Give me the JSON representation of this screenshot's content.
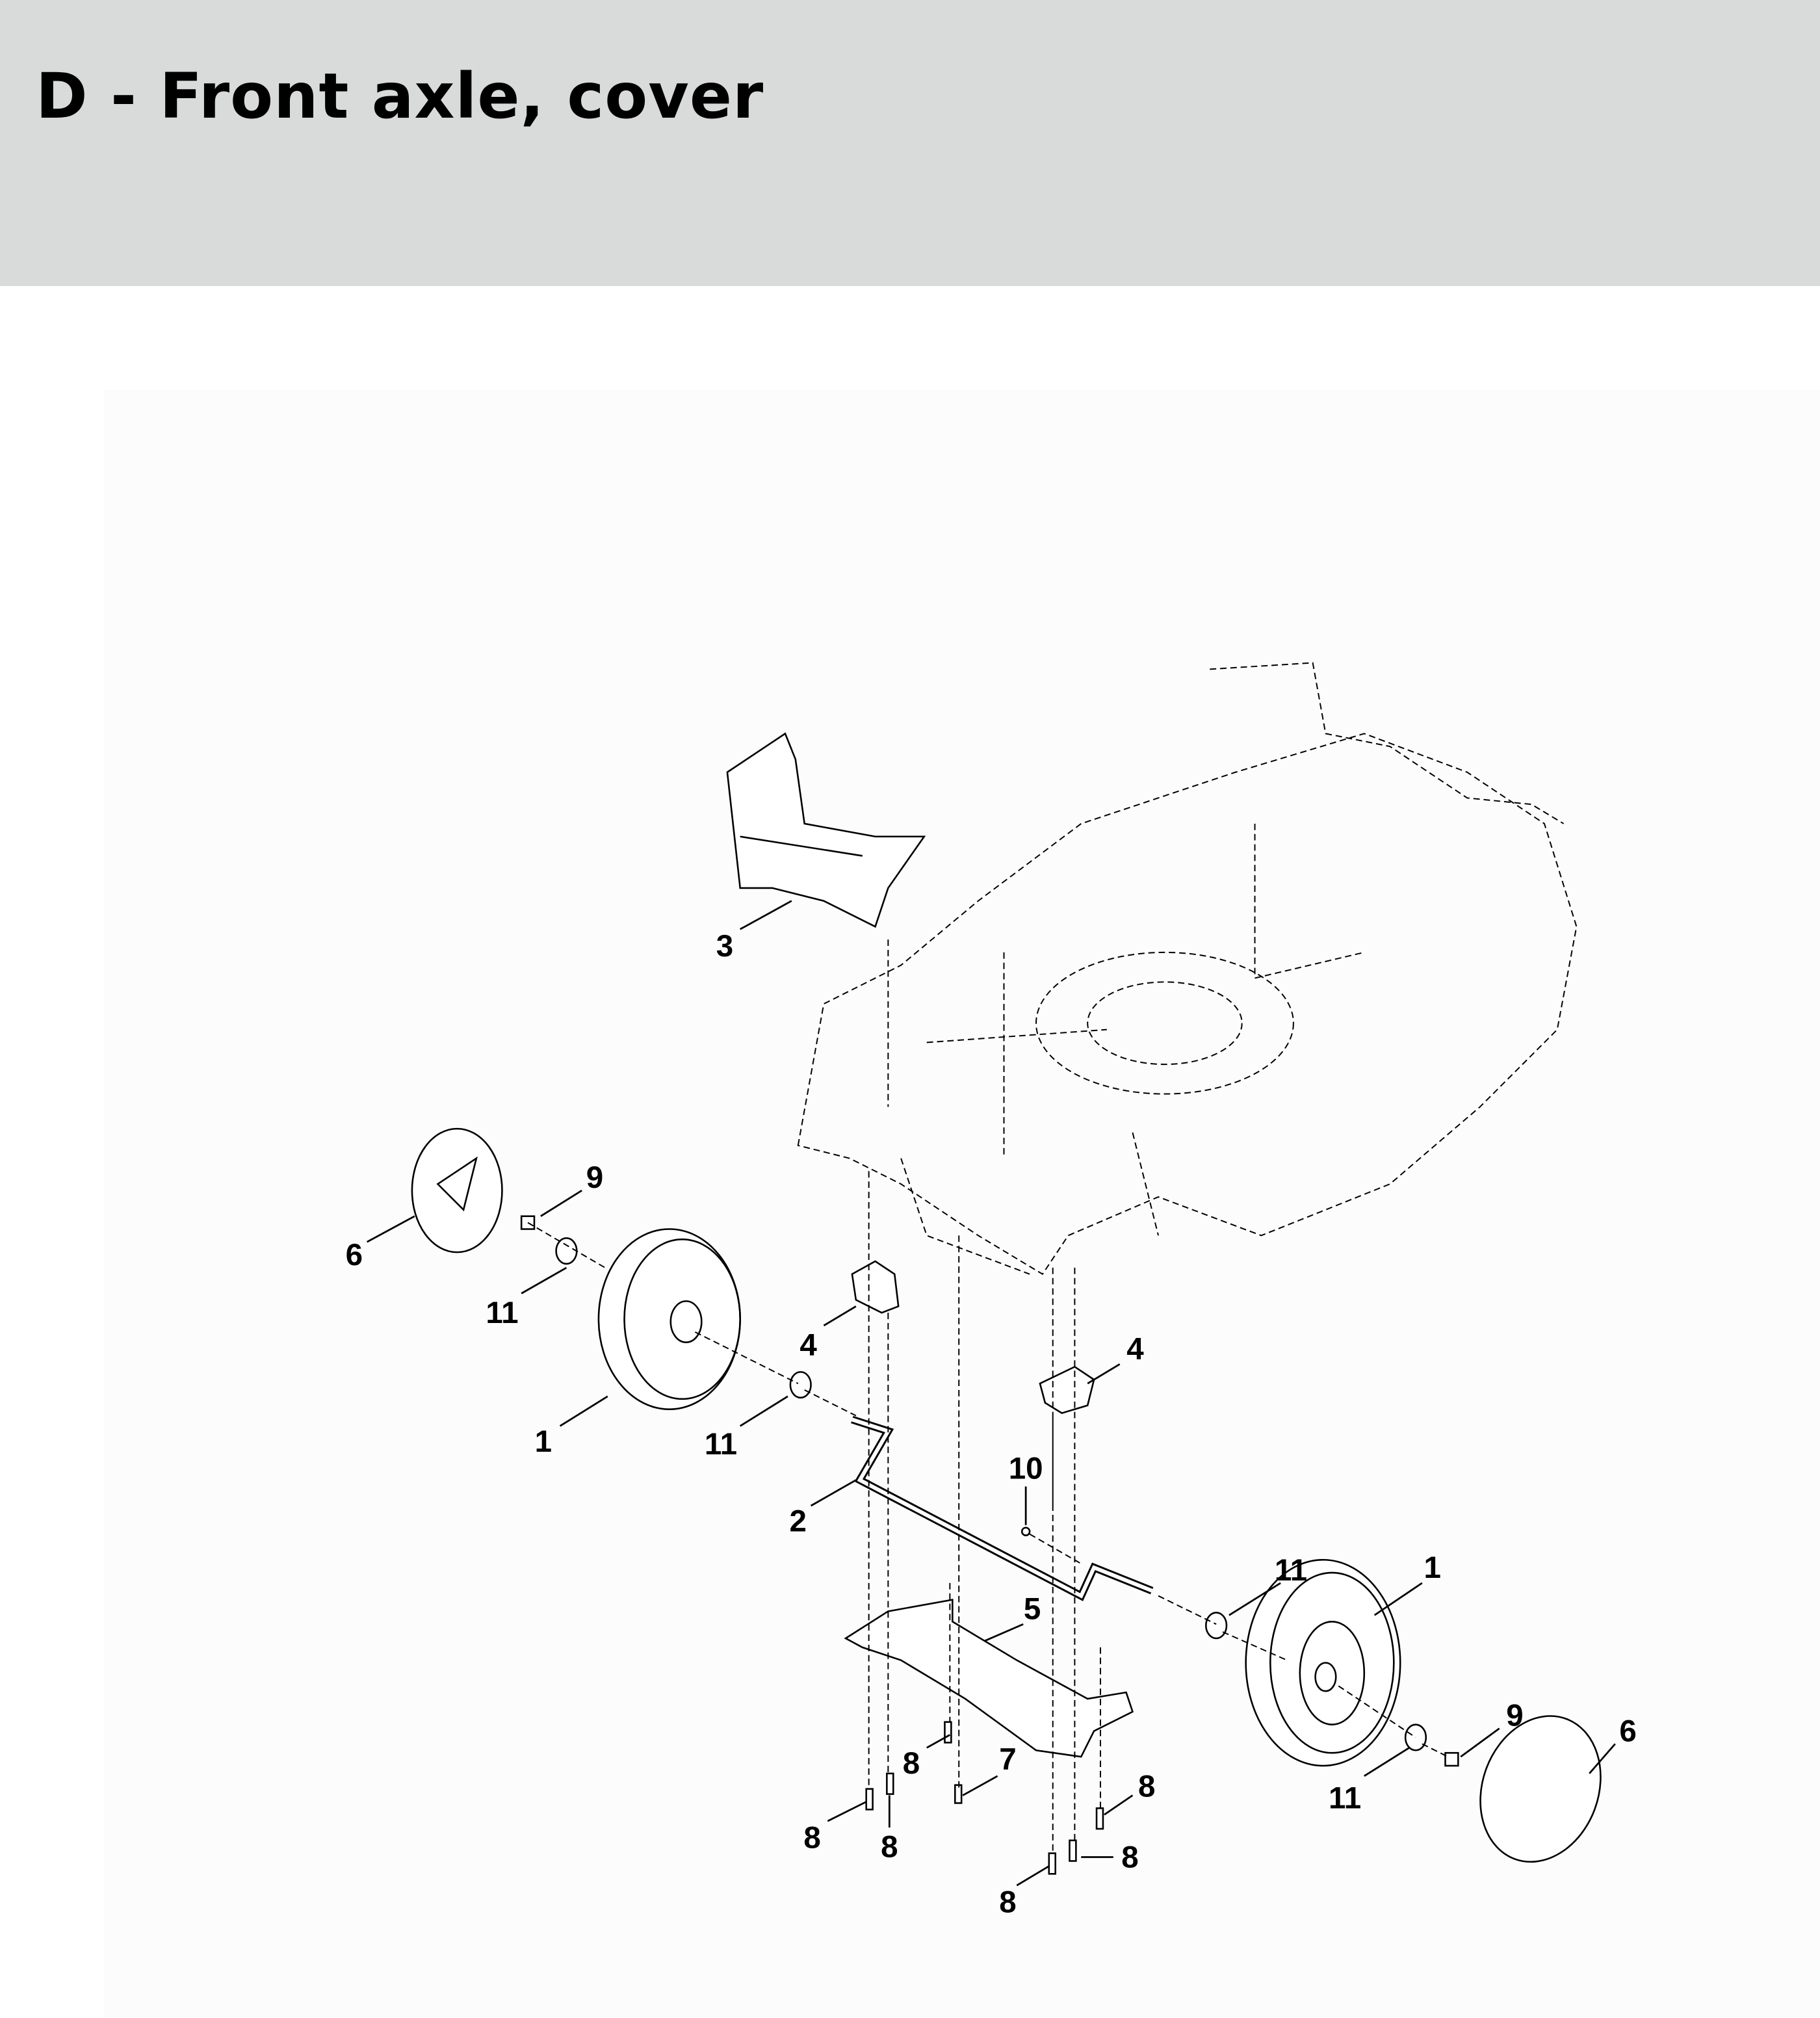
{
  "header": {
    "title": "D - Front axle, cover"
  },
  "callouts": [
    {
      "part": "3"
    },
    {
      "part": "9"
    },
    {
      "part": "6"
    },
    {
      "part": "11"
    },
    {
      "part": "4"
    },
    {
      "part": "4"
    },
    {
      "part": "1"
    },
    {
      "part": "11"
    },
    {
      "part": "10"
    },
    {
      "part": "2"
    },
    {
      "part": "11"
    },
    {
      "part": "1"
    },
    {
      "part": "5"
    },
    {
      "part": "9"
    },
    {
      "part": "6"
    },
    {
      "part": "8"
    },
    {
      "part": "7"
    },
    {
      "part": "8"
    },
    {
      "part": "11"
    },
    {
      "part": "8"
    },
    {
      "part": "8"
    },
    {
      "part": "8"
    },
    {
      "part": "8"
    }
  ]
}
